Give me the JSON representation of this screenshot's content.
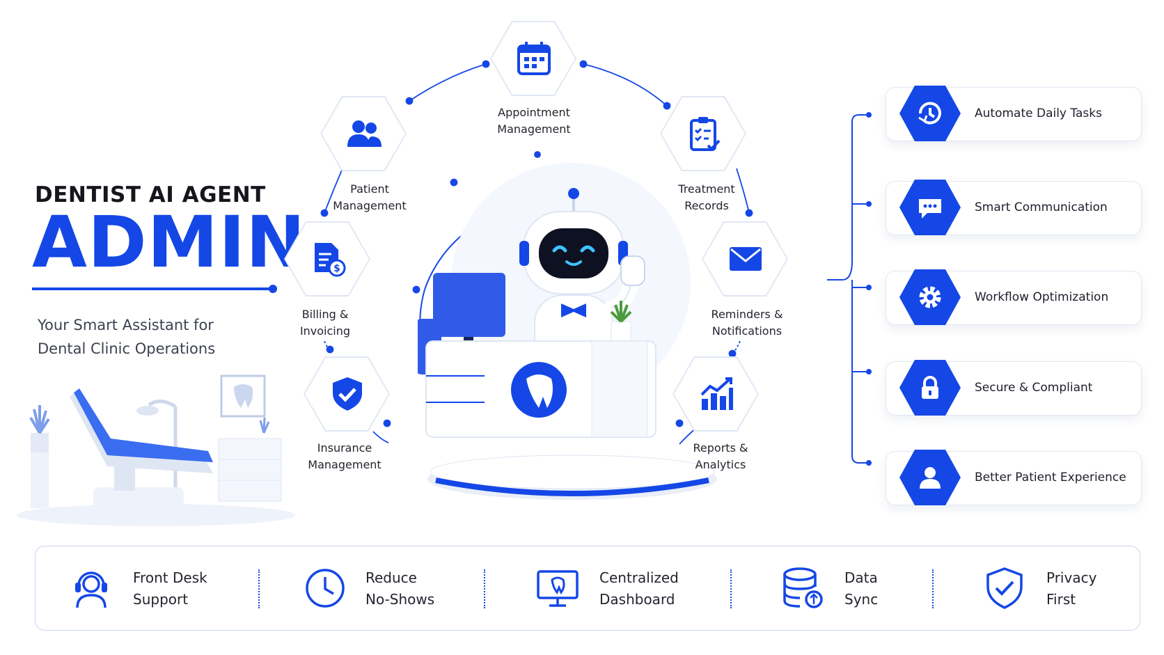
{
  "header": {
    "kicker": "DENTIST AI AGENT",
    "headline": "ADMIN",
    "subtitle_line1": "Your Smart Assistant for",
    "subtitle_line2": "Dental Clinic Operations"
  },
  "colors": {
    "primary": "#1447e6",
    "text": "#1d1f2a",
    "muted": "#3d4250"
  },
  "features": [
    {
      "line1": "Appointment",
      "line2": "Management",
      "icon": "calendar-icon"
    },
    {
      "line1": "Patient",
      "line2": "Management",
      "icon": "users-icon"
    },
    {
      "line1": "Treatment",
      "line2": "Records",
      "icon": "clipboard-check-icon"
    },
    {
      "line1": "Billing &",
      "line2": "Invoicing",
      "icon": "invoice-dollar-icon"
    },
    {
      "line1": "Reminders &",
      "line2": "Notifications",
      "icon": "envelope-icon"
    },
    {
      "line1": "Insurance",
      "line2": "Management",
      "icon": "shield-check-icon"
    },
    {
      "line1": "Reports &",
      "line2": "Analytics",
      "icon": "bar-chart-icon"
    }
  ],
  "benefits": [
    {
      "label": "Automate Daily Tasks",
      "icon": "clock-cycle-icon"
    },
    {
      "label": "Smart Communication",
      "icon": "chat-bubble-icon"
    },
    {
      "label": "Workflow Optimization",
      "icon": "gear-icon"
    },
    {
      "label": "Secure & Compliant",
      "icon": "lock-icon"
    },
    {
      "label": "Better Patient Experience",
      "icon": "user-icon"
    }
  ],
  "bottom": [
    {
      "line1": "Front Desk",
      "line2": "Support",
      "icon": "headset-agent-icon"
    },
    {
      "line1": "Reduce",
      "line2": "No-Shows",
      "icon": "clock-icon"
    },
    {
      "line1": "Centralized",
      "line2": "Dashboard",
      "icon": "monitor-icon"
    },
    {
      "line1": "Data",
      "line2": "Sync",
      "icon": "database-sync-icon"
    },
    {
      "line1": "Privacy",
      "line2": "First",
      "icon": "shield-icon"
    }
  ]
}
